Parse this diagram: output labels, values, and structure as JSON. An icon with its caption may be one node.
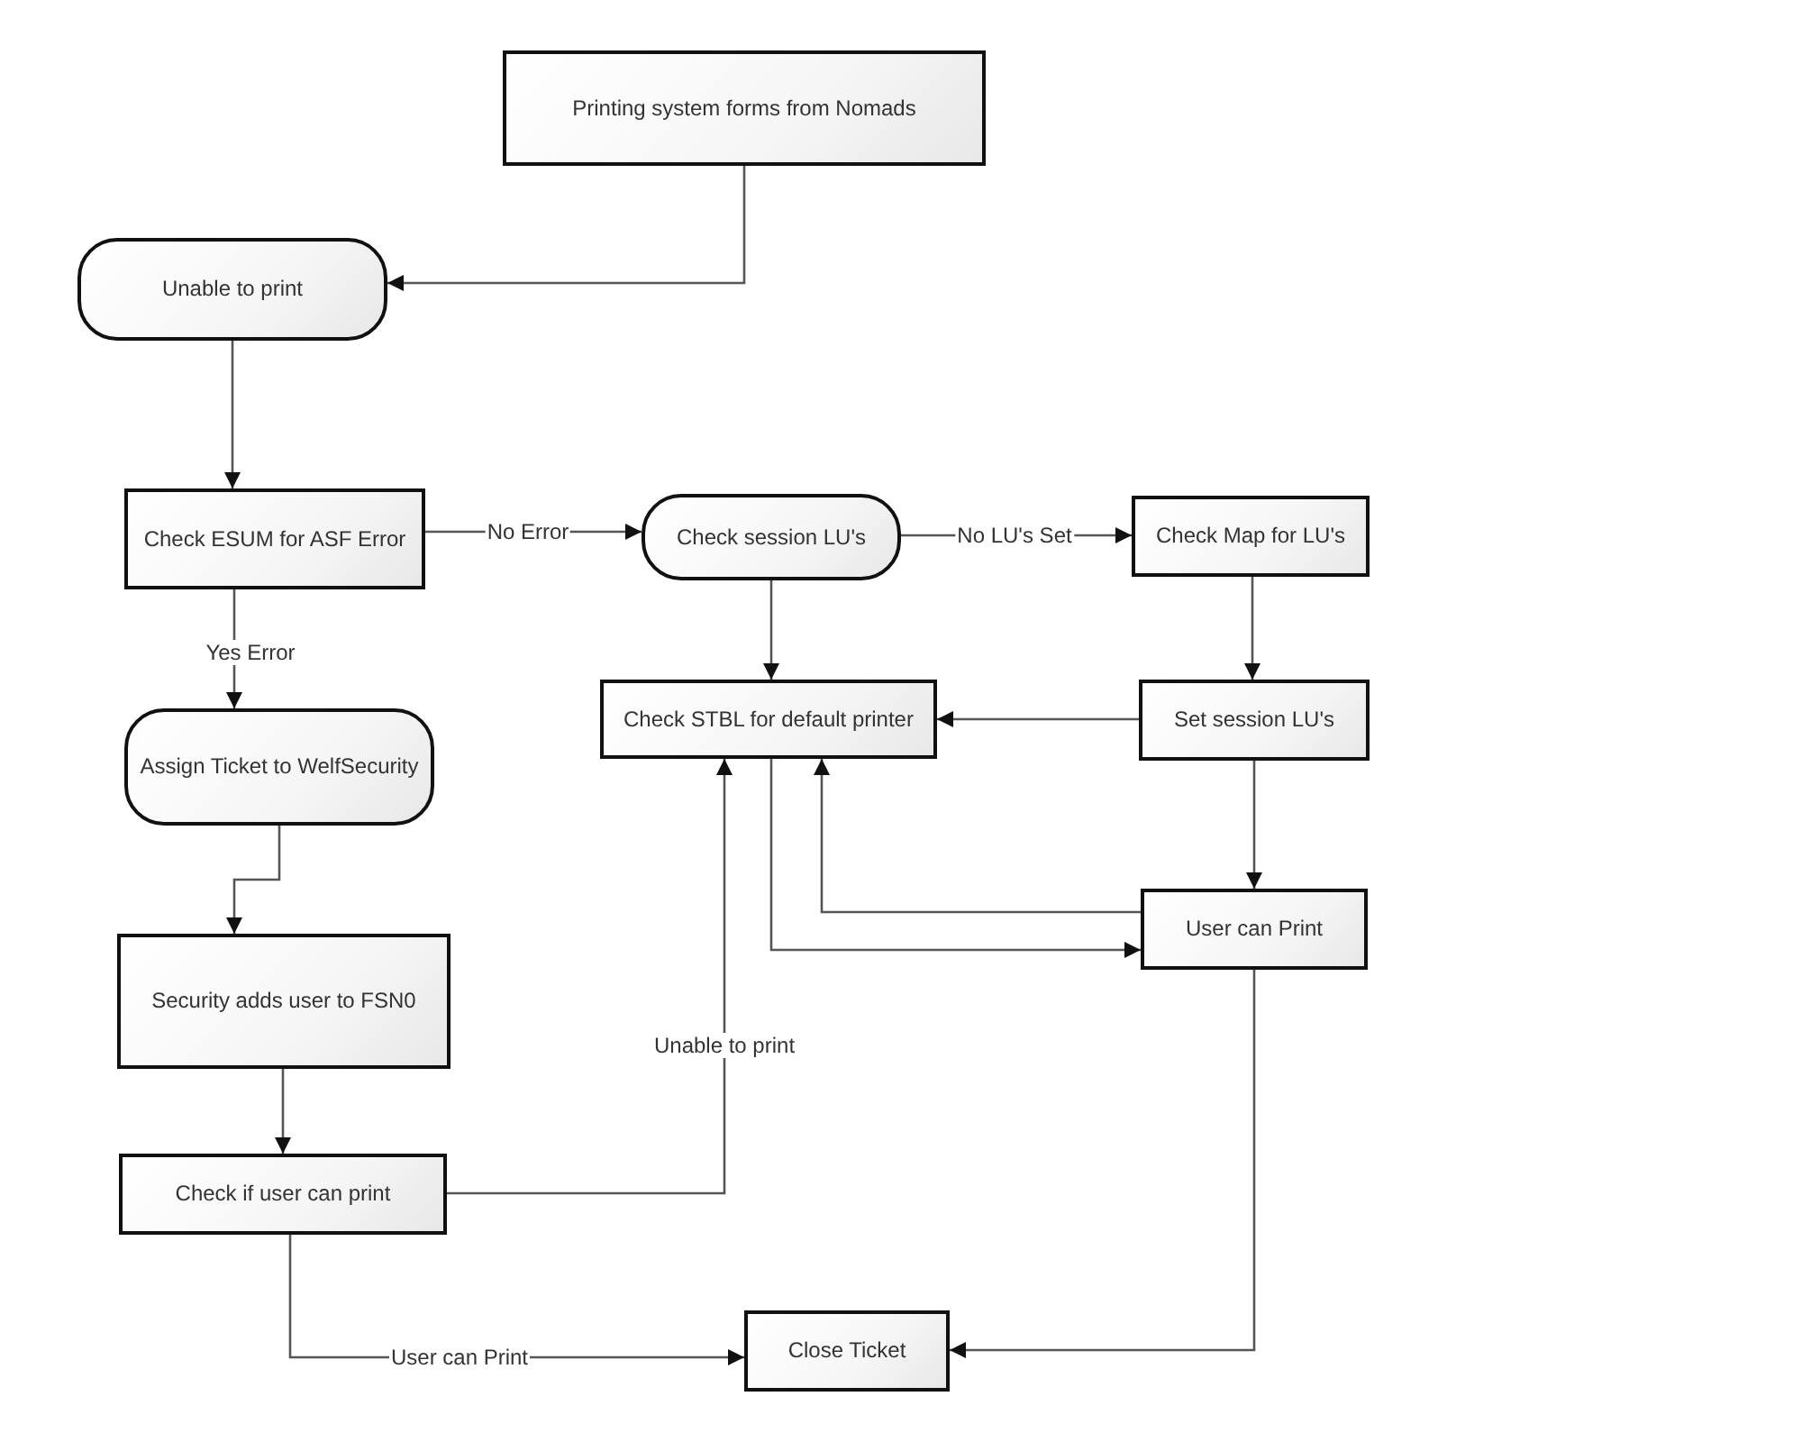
{
  "diagram": {
    "nodes": [
      {
        "text": [
          "Printing system forms from Nomads"
        ]
      },
      {
        "text": [
          "Unable to print"
        ]
      },
      {
        "text": [
          "Check ESUM for ASF Error"
        ]
      },
      {
        "text": [
          "Check session LU's"
        ]
      },
      {
        "text": [
          "Check Map for LU's"
        ]
      },
      {
        "text": [
          "Assign Ticket to WelfSecurity"
        ]
      },
      {
        "text": [
          "Check STBL for default printer"
        ]
      },
      {
        "text": [
          "Set session LU's"
        ]
      },
      {
        "text": [
          "Security adds user to FSN0"
        ]
      },
      {
        "text": [
          "User can Print"
        ]
      },
      {
        "text": [
          "Check if user can print"
        ]
      },
      {
        "text": [
          "Close Ticket"
        ]
      }
    ],
    "edges": [
      {
        "from": 0,
        "to": 1,
        "arrow": "to"
      },
      {
        "from": 1,
        "to": 2,
        "arrow": "to"
      },
      {
        "from": 2,
        "to": 3,
        "arrow": "to",
        "label": "No Error"
      },
      {
        "from": 3,
        "to": 4,
        "arrow": "to",
        "label": "No LU's Set"
      },
      {
        "from": 2,
        "to": 5,
        "arrow": "to",
        "label": "Yes Error"
      },
      {
        "from": 3,
        "to": 6,
        "arrow": "to"
      },
      {
        "from": 4,
        "to": 7,
        "arrow": "to"
      },
      {
        "from": 7,
        "to": 6,
        "arrow": "to"
      },
      {
        "from": 5,
        "to": 8,
        "arrow": "to"
      },
      {
        "from": 8,
        "to": 10,
        "arrow": "to"
      },
      {
        "from": 10,
        "to": 6,
        "arrow": "to",
        "label": "Unable to print"
      },
      {
        "from": 6,
        "to": 9,
        "arrow": "to"
      },
      {
        "from": 9,
        "to": 6,
        "arrow": "to"
      },
      {
        "from": 7,
        "to": 9,
        "arrow": "to"
      },
      {
        "from": 10,
        "to": 11,
        "arrow": "to",
        "label": "User can Print"
      },
      {
        "from": 9,
        "to": 11,
        "arrow": "to"
      }
    ]
  }
}
